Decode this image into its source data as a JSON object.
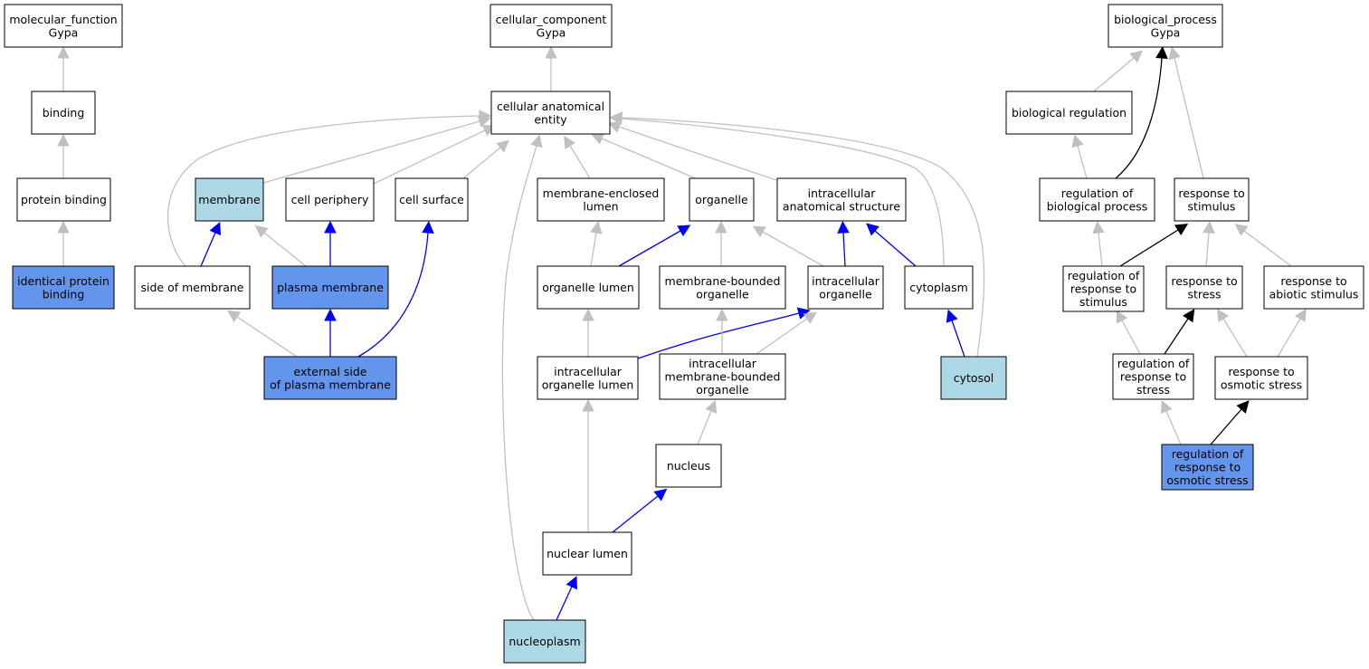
{
  "colors": {
    "default_fill": "#ffffff",
    "light_blue_fill": "#add8e6",
    "blue_fill": "#6495ed",
    "edge_gray": "#c0c0c0",
    "edge_blue": "#0000ff",
    "edge_black": "#000000"
  },
  "nodes": [
    {
      "id": "molecular_function",
      "lines": [
        "molecular_function",
        "Gypa"
      ],
      "fill": "default"
    },
    {
      "id": "binding",
      "lines": [
        "binding"
      ],
      "fill": "default"
    },
    {
      "id": "protein_binding",
      "lines": [
        "protein binding"
      ],
      "fill": "default"
    },
    {
      "id": "identical_protein_binding",
      "lines": [
        "identical protein",
        "binding"
      ],
      "fill": "blue"
    },
    {
      "id": "cellular_component",
      "lines": [
        "cellular_component",
        "Gypa"
      ],
      "fill": "default"
    },
    {
      "id": "cellular_anatomical_entity",
      "lines": [
        "cellular anatomical",
        "entity"
      ],
      "fill": "default"
    },
    {
      "id": "membrane",
      "lines": [
        "membrane"
      ],
      "fill": "light_blue"
    },
    {
      "id": "cell_periphery",
      "lines": [
        "cell periphery"
      ],
      "fill": "default"
    },
    {
      "id": "cell_surface",
      "lines": [
        "cell surface"
      ],
      "fill": "default"
    },
    {
      "id": "membrane_enclosed_lumen",
      "lines": [
        "membrane-enclosed",
        "lumen"
      ],
      "fill": "default"
    },
    {
      "id": "organelle",
      "lines": [
        "organelle"
      ],
      "fill": "default"
    },
    {
      "id": "intracellular_anatomical_structure",
      "lines": [
        "intracellular",
        "anatomical structure"
      ],
      "fill": "default"
    },
    {
      "id": "side_of_membrane",
      "lines": [
        "side of membrane"
      ],
      "fill": "default"
    },
    {
      "id": "plasma_membrane",
      "lines": [
        "plasma membrane"
      ],
      "fill": "blue"
    },
    {
      "id": "organelle_lumen",
      "lines": [
        "organelle lumen"
      ],
      "fill": "default"
    },
    {
      "id": "membrane_bounded_organelle",
      "lines": [
        "membrane-bounded",
        "organelle"
      ],
      "fill": "default"
    },
    {
      "id": "intracellular_organelle",
      "lines": [
        "intracellular",
        "organelle"
      ],
      "fill": "default"
    },
    {
      "id": "cytoplasm",
      "lines": [
        "cytoplasm"
      ],
      "fill": "default"
    },
    {
      "id": "external_side_of_plasma_membrane",
      "lines": [
        "external side",
        "of plasma membrane"
      ],
      "fill": "blue"
    },
    {
      "id": "intracellular_organelle_lumen",
      "lines": [
        "intracellular",
        "organelle lumen"
      ],
      "fill": "default"
    },
    {
      "id": "intracellular_membrane_bounded_organelle",
      "lines": [
        "intracellular",
        "membrane-bounded",
        "organelle"
      ],
      "fill": "default"
    },
    {
      "id": "cytosol",
      "lines": [
        "cytosol"
      ],
      "fill": "light_blue"
    },
    {
      "id": "nucleus",
      "lines": [
        "nucleus"
      ],
      "fill": "default"
    },
    {
      "id": "nuclear_lumen",
      "lines": [
        "nuclear lumen"
      ],
      "fill": "default"
    },
    {
      "id": "nucleoplasm",
      "lines": [
        "nucleoplasm"
      ],
      "fill": "light_blue"
    },
    {
      "id": "biological_process",
      "lines": [
        "biological_process",
        "Gypa"
      ],
      "fill": "default"
    },
    {
      "id": "biological_regulation",
      "lines": [
        "biological regulation"
      ],
      "fill": "default"
    },
    {
      "id": "regulation_of_biological_process",
      "lines": [
        "regulation of",
        "biological process"
      ],
      "fill": "default"
    },
    {
      "id": "response_to_stimulus",
      "lines": [
        "response to",
        "stimulus"
      ],
      "fill": "default"
    },
    {
      "id": "regulation_of_response_to_stimulus",
      "lines": [
        "regulation of",
        "response to",
        "stimulus"
      ],
      "fill": "default"
    },
    {
      "id": "response_to_stress",
      "lines": [
        "response to",
        "stress"
      ],
      "fill": "default"
    },
    {
      "id": "response_to_abiotic_stimulus",
      "lines": [
        "response to",
        "abiotic stimulus"
      ],
      "fill": "default"
    },
    {
      "id": "regulation_of_response_to_stress",
      "lines": [
        "regulation of",
        "response to",
        "stress"
      ],
      "fill": "default"
    },
    {
      "id": "response_to_osmotic_stress",
      "lines": [
        "response to",
        "osmotic stress"
      ],
      "fill": "default"
    },
    {
      "id": "regulation_of_response_to_osmotic_stress",
      "lines": [
        "regulation of",
        "response to",
        "osmotic stress"
      ],
      "fill": "blue"
    }
  ],
  "edges": [
    {
      "from": "binding",
      "to": "molecular_function",
      "color": "gray"
    },
    {
      "from": "protein_binding",
      "to": "binding",
      "color": "gray"
    },
    {
      "from": "identical_protein_binding",
      "to": "protein_binding",
      "color": "gray"
    },
    {
      "from": "cellular_anatomical_entity",
      "to": "cellular_component",
      "color": "gray"
    },
    {
      "from": "membrane",
      "to": "cellular_anatomical_entity",
      "color": "gray"
    },
    {
      "from": "cell_periphery",
      "to": "cellular_anatomical_entity",
      "color": "gray"
    },
    {
      "from": "cell_surface",
      "to": "cellular_anatomical_entity",
      "color": "gray"
    },
    {
      "from": "membrane_enclosed_lumen",
      "to": "cellular_anatomical_entity",
      "color": "gray"
    },
    {
      "from": "organelle",
      "to": "cellular_anatomical_entity",
      "color": "gray"
    },
    {
      "from": "intracellular_anatomical_structure",
      "to": "cellular_anatomical_entity",
      "color": "gray"
    },
    {
      "from": "side_of_membrane",
      "to": "cellular_anatomical_entity",
      "color": "gray"
    },
    {
      "from": "cytoplasm",
      "to": "cellular_anatomical_entity",
      "color": "gray"
    },
    {
      "from": "cytosol",
      "to": "cellular_anatomical_entity",
      "color": "gray"
    },
    {
      "from": "nucleoplasm",
      "to": "cellular_anatomical_entity",
      "color": "gray"
    },
    {
      "from": "side_of_membrane",
      "to": "membrane",
      "color": "blue"
    },
    {
      "from": "plasma_membrane",
      "to": "membrane",
      "color": "gray"
    },
    {
      "from": "plasma_membrane",
      "to": "cell_periphery",
      "color": "blue"
    },
    {
      "from": "external_side_of_plasma_membrane",
      "to": "side_of_membrane",
      "color": "gray"
    },
    {
      "from": "external_side_of_plasma_membrane",
      "to": "plasma_membrane",
      "color": "blue"
    },
    {
      "from": "external_side_of_plasma_membrane",
      "to": "cell_surface",
      "color": "blue"
    },
    {
      "from": "organelle_lumen",
      "to": "membrane_enclosed_lumen",
      "color": "gray"
    },
    {
      "from": "organelle_lumen",
      "to": "organelle",
      "color": "blue"
    },
    {
      "from": "membrane_bounded_organelle",
      "to": "organelle",
      "color": "gray"
    },
    {
      "from": "intracellular_organelle",
      "to": "organelle",
      "color": "gray"
    },
    {
      "from": "intracellular_organelle",
      "to": "intracellular_anatomical_structure",
      "color": "blue"
    },
    {
      "from": "cytoplasm",
      "to": "intracellular_anatomical_structure",
      "color": "blue"
    },
    {
      "from": "cytosol",
      "to": "cytoplasm",
      "color": "blue"
    },
    {
      "from": "intracellular_organelle_lumen",
      "to": "organelle_lumen",
      "color": "gray"
    },
    {
      "from": "intracellular_organelle_lumen",
      "to": "intracellular_organelle",
      "color": "blue"
    },
    {
      "from": "intracellular_membrane_bounded_organelle",
      "to": "membrane_bounded_organelle",
      "color": "gray"
    },
    {
      "from": "intracellular_membrane_bounded_organelle",
      "to": "intracellular_organelle",
      "color": "gray"
    },
    {
      "from": "nucleus",
      "to": "intracellular_membrane_bounded_organelle",
      "color": "gray"
    },
    {
      "from": "nuclear_lumen",
      "to": "intracellular_organelle_lumen",
      "color": "gray"
    },
    {
      "from": "nuclear_lumen",
      "to": "nucleus",
      "color": "blue"
    },
    {
      "from": "nucleoplasm",
      "to": "nuclear_lumen",
      "color": "blue"
    },
    {
      "from": "biological_regulation",
      "to": "biological_process",
      "color": "gray"
    },
    {
      "from": "regulation_of_biological_process",
      "to": "biological_regulation",
      "color": "gray"
    },
    {
      "from": "regulation_of_biological_process",
      "to": "biological_process",
      "color": "black"
    },
    {
      "from": "response_to_stimulus",
      "to": "biological_process",
      "color": "gray"
    },
    {
      "from": "regulation_of_response_to_stimulus",
      "to": "regulation_of_biological_process",
      "color": "gray"
    },
    {
      "from": "regulation_of_response_to_stimulus",
      "to": "response_to_stimulus",
      "color": "black"
    },
    {
      "from": "response_to_stress",
      "to": "response_to_stimulus",
      "color": "gray"
    },
    {
      "from": "response_to_abiotic_stimulus",
      "to": "response_to_stimulus",
      "color": "gray"
    },
    {
      "from": "regulation_of_response_to_stress",
      "to": "regulation_of_response_to_stimulus",
      "color": "gray"
    },
    {
      "from": "regulation_of_response_to_stress",
      "to": "response_to_stress",
      "color": "black"
    },
    {
      "from": "response_to_osmotic_stress",
      "to": "response_to_stress",
      "color": "gray"
    },
    {
      "from": "response_to_osmotic_stress",
      "to": "response_to_abiotic_stimulus",
      "color": "gray"
    },
    {
      "from": "regulation_of_response_to_osmotic_stress",
      "to": "regulation_of_response_to_stress",
      "color": "gray"
    },
    {
      "from": "regulation_of_response_to_osmotic_stress",
      "to": "response_to_osmotic_stress",
      "color": "black"
    }
  ]
}
